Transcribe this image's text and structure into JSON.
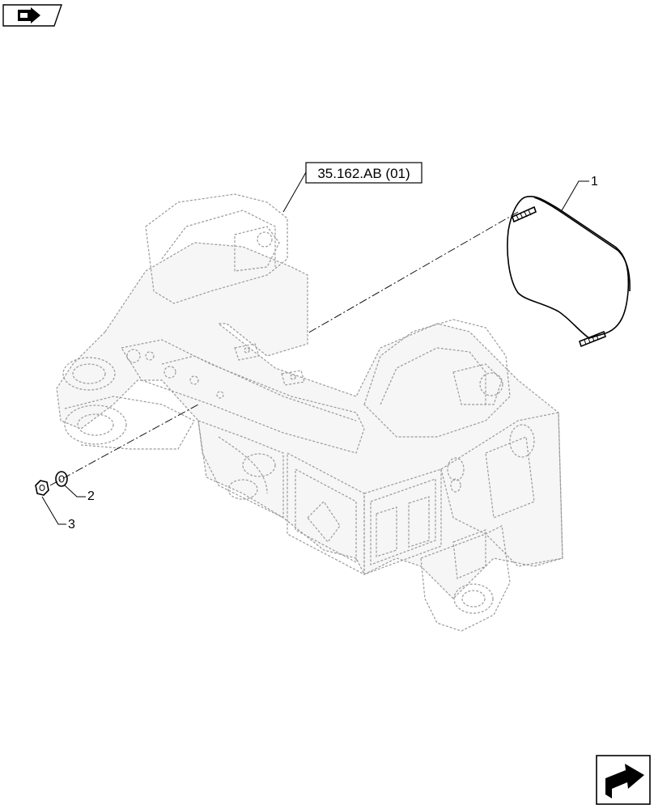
{
  "reference": {
    "label": "35.162.AB (01)"
  },
  "callouts": [
    {
      "id": "1",
      "text": "1"
    },
    {
      "id": "2",
      "text": "2"
    },
    {
      "id": "3",
      "text": "3"
    }
  ],
  "icons": {
    "top_left": "book-arrow-icon",
    "bottom_right": "next-page-arrow-icon"
  },
  "colors": {
    "line": "#000000",
    "ghost_line": "#9a9a9a",
    "background": "#ffffff"
  }
}
